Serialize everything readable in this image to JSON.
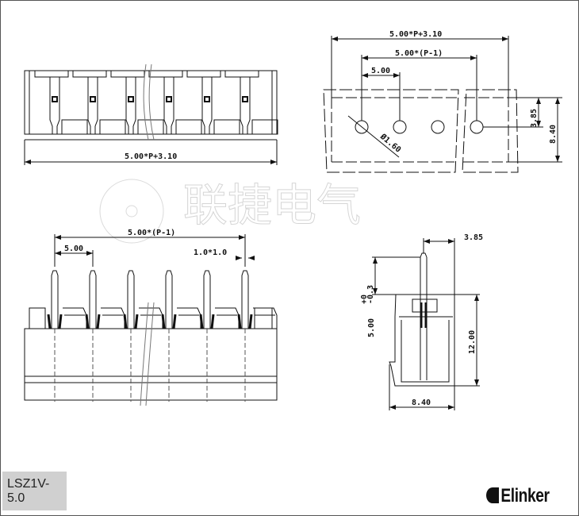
{
  "top_view": {
    "overall_width_label": "5.00*P+3.10"
  },
  "hole_view": {
    "overall_width_label": "5.00*P+3.10",
    "pitch_span_label": "5.00*(P-1)",
    "pitch_label": "5.00",
    "hole_diameter_label": "Ø1.60",
    "hole_offset_label": "3.85",
    "depth_label": "8.40"
  },
  "front_view": {
    "pitch_span_label": "5.00*(P-1)",
    "pitch_label": "5.00",
    "pin_size_label": "1.0*1.0"
  },
  "side_view": {
    "pin_offset_label": "3.85",
    "pin_length_label": "5.00",
    "pin_tolerance_upper": "+0",
    "pin_tolerance_lower": "-0.3",
    "height_label": "12.00",
    "width_label": "8.40"
  },
  "watermark": "联捷电气",
  "model": "LSZ1V-5.0",
  "brand": "Elinker"
}
